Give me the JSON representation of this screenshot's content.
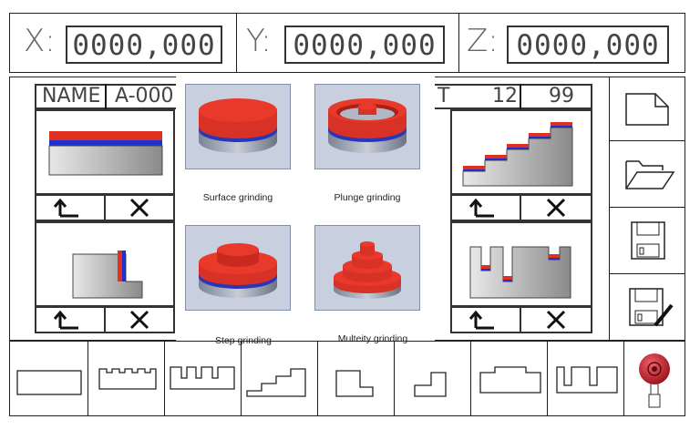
{
  "coords": {
    "x": {
      "label": "X:",
      "value": "0000,000"
    },
    "y": {
      "label": "Y:",
      "value": "0000,000"
    },
    "z": {
      "label": "Z:",
      "value": "0000,000"
    }
  },
  "header": {
    "name_label": "NAME",
    "name_value": "A-000",
    "partial_label": "T",
    "count_a": "12",
    "count_b": "99"
  },
  "popup": {
    "options": [
      {
        "label": "Surface grinding"
      },
      {
        "label": "Plunge grinding"
      },
      {
        "label": "Step grinding"
      },
      {
        "label": "Multeity grinding"
      }
    ]
  },
  "side_tools": [
    "new-file-icon",
    "open-folder-icon",
    "save-icon",
    "save-as-icon"
  ],
  "bottom_tools": [
    "flat-profile",
    "comb-profile",
    "slot-profile",
    "stair-profile",
    "step-down-profile",
    "step-up-profile",
    "raised-profile",
    "deep-slot-profile",
    "emergency-stop"
  ],
  "colors": {
    "accent_red": "#e03020",
    "accent_blue": "#2030d0",
    "estop": "#c0202a"
  }
}
